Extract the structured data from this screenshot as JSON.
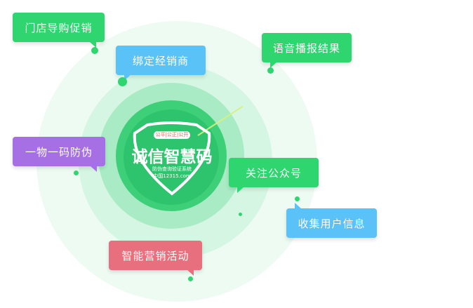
{
  "labels": {
    "store_guide": "门店导购促销",
    "bind_dealer": "绑定经销商",
    "voice_report": "语音播报结果",
    "anti_fake": "一物一码防伪",
    "follow_account": "关注公众号",
    "collect_info": "收集用户信息",
    "smart_marketing": "智能营销活动"
  },
  "center": {
    "badge_text": "诚信智慧码",
    "top_tag": "公平|公正|公开",
    "subtitle": "防伪查询验证系统",
    "website": "中国12315.com"
  },
  "colors": {
    "green": "#2fd56f",
    "blue": "#5bc2f7",
    "purple": "#a66fe4",
    "red": "#e86f7d",
    "ring": "#3ecf79"
  }
}
